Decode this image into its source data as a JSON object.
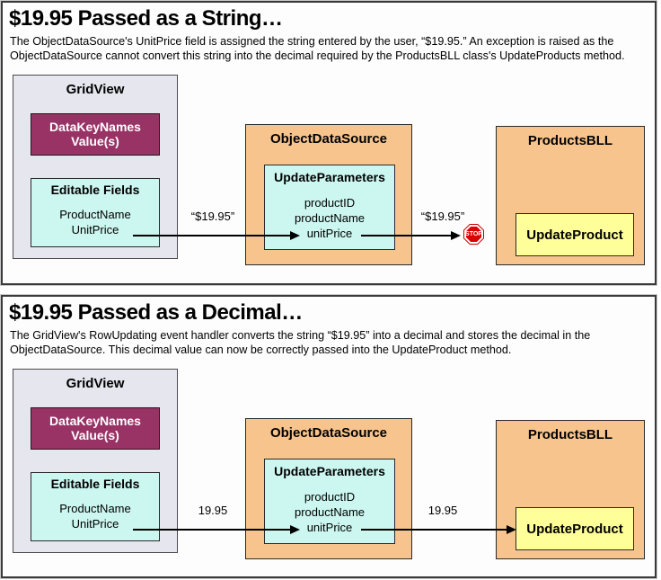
{
  "colors": {
    "maroon_box": "#993366",
    "cyan_box": "#CCF6F0",
    "tan_box": "#F7C48D",
    "yellow_box": "#FFFF99",
    "gridview_box": "#E6E6EF",
    "stop_red": "#DD0000"
  },
  "panels": [
    {
      "title": "$19.95 Passed as a String…",
      "description": "The ObjectDataSource's UnitPrice field is assigned the string entered by the user, “$19.95.” An exception is raised as the ObjectDataSource cannot convert this string into the decimal required by the ProductsBLL class's UpdateProducts method.",
      "gridview": {
        "title": "GridView",
        "datakeynames_line1": "DataKeyNames",
        "datakeynames_line2": "Value(s)",
        "editable_fields_title": "Editable Fields",
        "fields": [
          "ProductName",
          "UnitPrice"
        ]
      },
      "objectdatasource": {
        "title": "ObjectDataSource",
        "updateparameters_title": "UpdateParameters",
        "parameters": [
          "productID",
          "productName",
          "unitPrice"
        ]
      },
      "productsbll": {
        "title": "ProductsBLL",
        "method": "UpdateProduct"
      },
      "arrow_in_label": "“$19.95”",
      "arrow_out_label": "“$19.95”",
      "stop_icon_text": "STOP"
    },
    {
      "title": "$19.95 Passed as a Decimal…",
      "description": "The GridView's RowUpdating event handler converts the string “$19.95” into a decimal and stores the decimal in the ObjectDataSource. This decimal value can now be correctly passed into the UpdateProduct method.",
      "gridview": {
        "title": "GridView",
        "datakeynames_line1": "DataKeyNames",
        "datakeynames_line2": "Value(s)",
        "editable_fields_title": "Editable Fields",
        "fields": [
          "ProductName",
          "UnitPrice"
        ]
      },
      "objectdatasource": {
        "title": "ObjectDataSource",
        "updateparameters_title": "UpdateParameters",
        "parameters": [
          "productID",
          "productName",
          "unitPrice"
        ]
      },
      "productsbll": {
        "title": "ProductsBLL",
        "method": "UpdateProduct"
      },
      "arrow_in_label": "19.95",
      "arrow_out_label": "19.95"
    }
  ]
}
